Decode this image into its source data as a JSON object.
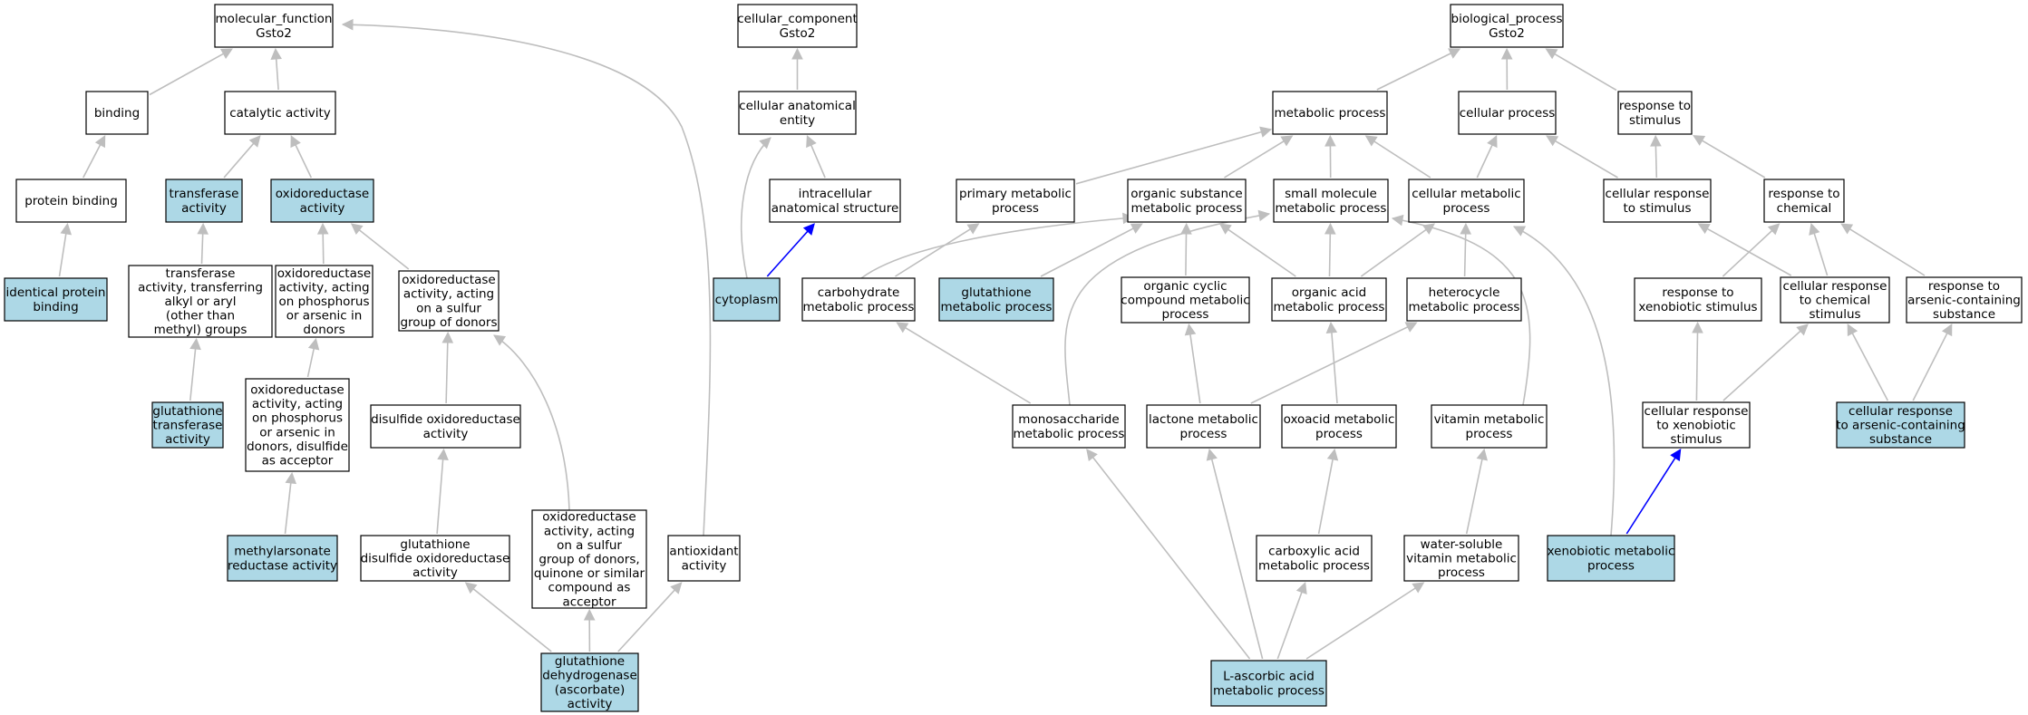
{
  "colors": {
    "highlight": "#add8e6",
    "plain": "#ffffff",
    "edge": "#bebebe",
    "edge_key": "#0000ff"
  },
  "nodes": {
    "molecular_function": [
      "molecular_function",
      "Gsto2"
    ],
    "binding": [
      "binding"
    ],
    "catalytic_activity": [
      "catalytic activity"
    ],
    "protein_binding": [
      "protein binding"
    ],
    "transferase_activity": [
      "transferase",
      "activity"
    ],
    "oxidoreductase_activity": [
      "oxidoreductase",
      "activity"
    ],
    "identical_protein_binding": [
      "identical protein",
      "binding"
    ],
    "transferase_alkyl_aryl": [
      "transferase",
      "activity, transferring",
      "alkyl or aryl",
      "(other than",
      "methyl) groups"
    ],
    "oxidoreductase_phosphorus": [
      "oxidoreductase",
      "activity, acting",
      "on phosphorus",
      "or arsenic in",
      "donors"
    ],
    "oxidoreductase_sulfur": [
      "oxidoreductase",
      "activity, acting",
      "on a sulfur",
      "group of donors"
    ],
    "glutathione_transferase": [
      "glutathione",
      "transferase",
      "activity"
    ],
    "oxidoreductase_disulfide_acceptor": [
      "oxidoreductase",
      "activity, acting",
      "on phosphorus",
      "or arsenic in",
      "donors, disulfide",
      "as acceptor"
    ],
    "disulfide_oxidoreductase": [
      "disulfide oxidoreductase",
      "activity"
    ],
    "methylarsonate_reductase": [
      "methylarsonate",
      "reductase activity"
    ],
    "glutathione_disulfide_oxidoreductase": [
      "glutathione",
      "disulfide oxidoreductase",
      "activity"
    ],
    "oxidoreductase_quinone": [
      "oxidoreductase",
      "activity, acting",
      "on a sulfur",
      "group of donors,",
      "quinone or similar",
      "compound as",
      "acceptor"
    ],
    "antioxidant_activity": [
      "antioxidant",
      "activity"
    ],
    "glutathione_dehydrogenase": [
      "glutathione",
      "dehydrogenase",
      "(ascorbate)",
      "activity"
    ],
    "cellular_component": [
      "cellular_component",
      "Gsto2"
    ],
    "cellular_anatomical_entity": [
      "cellular anatomical",
      "entity"
    ],
    "intracellular_structure": [
      "intracellular",
      "anatomical structure"
    ],
    "cytoplasm": [
      "cytoplasm"
    ],
    "biological_process": [
      "biological_process",
      "Gsto2"
    ],
    "metabolic_process": [
      "metabolic process"
    ],
    "cellular_process": [
      "cellular process"
    ],
    "response_to_stimulus": [
      "response to",
      "stimulus"
    ],
    "primary_metabolic": [
      "primary metabolic",
      "process"
    ],
    "organic_substance_metabolic": [
      "organic substance",
      "metabolic process"
    ],
    "small_molecule_metabolic": [
      "small molecule",
      "metabolic process"
    ],
    "cellular_metabolic": [
      "cellular metabolic",
      "process"
    ],
    "cellular_response_stimulus": [
      "cellular response",
      "to stimulus"
    ],
    "response_to_chemical": [
      "response to",
      "chemical"
    ],
    "carbohydrate_metabolic": [
      "carbohydrate",
      "metabolic process"
    ],
    "glutathione_metabolic": [
      "glutathione",
      "metabolic process"
    ],
    "organic_cyclic_metabolic": [
      "organic cyclic",
      "compound metabolic",
      "process"
    ],
    "organic_acid_metabolic": [
      "organic acid",
      "metabolic process"
    ],
    "heterocycle_metabolic": [
      "heterocycle",
      "metabolic process"
    ],
    "response_xenobiotic": [
      "response to",
      "xenobiotic stimulus"
    ],
    "cellular_response_chemical": [
      "cellular response",
      "to chemical",
      "stimulus"
    ],
    "response_arsenic": [
      "response to",
      "arsenic-containing",
      "substance"
    ],
    "monosaccharide_metabolic": [
      "monosaccharide",
      "metabolic process"
    ],
    "lactone_metabolic": [
      "lactone metabolic",
      "process"
    ],
    "oxoacid_metabolic": [
      "oxoacid metabolic",
      "process"
    ],
    "vitamin_metabolic": [
      "vitamin metabolic",
      "process"
    ],
    "cellular_response_xenobiotic": [
      "cellular response",
      "to xenobiotic",
      "stimulus"
    ],
    "cellular_response_arsenic": [
      "cellular response",
      "to arsenic-containing",
      "substance"
    ],
    "carboxylic_acid_metabolic": [
      "carboxylic acid",
      "metabolic process"
    ],
    "water_soluble_vitamin": [
      "water-soluble",
      "vitamin metabolic",
      "process"
    ],
    "xenobiotic_metabolic": [
      "xenobiotic metabolic",
      "process"
    ],
    "ascorbic_acid_metabolic": [
      "L-ascorbic acid",
      "metabolic process"
    ]
  },
  "highlighted": [
    "transferase_activity",
    "oxidoreductase_activity",
    "identical_protein_binding",
    "glutathione_transferase",
    "methylarsonate_reductase",
    "glutathione_dehydrogenase",
    "cytoplasm",
    "glutathione_metabolic",
    "cellular_response_arsenic",
    "xenobiotic_metabolic",
    "ascorbic_acid_metabolic"
  ],
  "edges": [
    [
      "binding",
      "molecular_function"
    ],
    [
      "catalytic_activity",
      "molecular_function"
    ],
    [
      "protein_binding",
      "binding"
    ],
    [
      "transferase_activity",
      "catalytic_activity"
    ],
    [
      "oxidoreductase_activity",
      "catalytic_activity"
    ],
    [
      "identical_protein_binding",
      "protein_binding"
    ],
    [
      "transferase_alkyl_aryl",
      "transferase_activity"
    ],
    [
      "oxidoreductase_phosphorus",
      "oxidoreductase_activity"
    ],
    [
      "oxidoreductase_sulfur",
      "oxidoreductase_activity"
    ],
    [
      "glutathione_transferase",
      "transferase_alkyl_aryl"
    ],
    [
      "oxidoreductase_disulfide_acceptor",
      "oxidoreductase_phosphorus"
    ],
    [
      "disulfide_oxidoreductase",
      "oxidoreductase_sulfur"
    ],
    [
      "oxidoreductase_quinone",
      "oxidoreductase_sulfur"
    ],
    [
      "methylarsonate_reductase",
      "oxidoreductase_disulfide_acceptor"
    ],
    [
      "glutathione_disulfide_oxidoreductase",
      "disulfide_oxidoreductase"
    ],
    [
      "antioxidant_activity",
      "molecular_function"
    ],
    [
      "glutathione_dehydrogenase",
      "glutathione_disulfide_oxidoreductase"
    ],
    [
      "glutathione_dehydrogenase",
      "oxidoreductase_quinone"
    ],
    [
      "glutathione_dehydrogenase",
      "antioxidant_activity"
    ],
    [
      "cellular_anatomical_entity",
      "cellular_component"
    ],
    [
      "intracellular_structure",
      "cellular_anatomical_entity"
    ],
    [
      "cytoplasm",
      "cellular_anatomical_entity"
    ],
    [
      "cytoplasm",
      "intracellular_structure",
      "key"
    ],
    [
      "metabolic_process",
      "biological_process"
    ],
    [
      "cellular_process",
      "biological_process"
    ],
    [
      "response_to_stimulus",
      "biological_process"
    ],
    [
      "primary_metabolic",
      "metabolic_process"
    ],
    [
      "organic_substance_metabolic",
      "metabolic_process"
    ],
    [
      "small_molecule_metabolic",
      "metabolic_process"
    ],
    [
      "cellular_metabolic",
      "metabolic_process"
    ],
    [
      "cellular_metabolic",
      "cellular_process"
    ],
    [
      "cellular_response_stimulus",
      "cellular_process"
    ],
    [
      "cellular_response_stimulus",
      "response_to_stimulus"
    ],
    [
      "response_to_chemical",
      "response_to_stimulus"
    ],
    [
      "carbohydrate_metabolic",
      "primary_metabolic"
    ],
    [
      "carbohydrate_metabolic",
      "organic_substance_metabolic"
    ],
    [
      "glutathione_metabolic",
      "organic_substance_metabolic"
    ],
    [
      "organic_cyclic_metabolic",
      "organic_substance_metabolic"
    ],
    [
      "organic_acid_metabolic",
      "organic_substance_metabolic"
    ],
    [
      "organic_acid_metabolic",
      "small_molecule_metabolic"
    ],
    [
      "organic_acid_metabolic",
      "cellular_metabolic"
    ],
    [
      "heterocycle_metabolic",
      "cellular_metabolic"
    ],
    [
      "response_xenobiotic",
      "response_to_chemical"
    ],
    [
      "cellular_response_chemical",
      "cellular_response_stimulus"
    ],
    [
      "cellular_response_chemical",
      "response_to_chemical"
    ],
    [
      "response_arsenic",
      "response_to_chemical"
    ],
    [
      "monosaccharide_metabolic",
      "carbohydrate_metabolic"
    ],
    [
      "monosaccharide_metabolic",
      "small_molecule_metabolic"
    ],
    [
      "lactone_metabolic",
      "organic_cyclic_metabolic"
    ],
    [
      "lactone_metabolic",
      "heterocycle_metabolic"
    ],
    [
      "oxoacid_metabolic",
      "organic_acid_metabolic"
    ],
    [
      "vitamin_metabolic",
      "small_molecule_metabolic"
    ],
    [
      "cellular_response_xenobiotic",
      "response_xenobiotic"
    ],
    [
      "cellular_response_xenobiotic",
      "cellular_response_chemical"
    ],
    [
      "cellular_response_arsenic",
      "cellular_response_chemical"
    ],
    [
      "cellular_response_arsenic",
      "response_arsenic"
    ],
    [
      "carboxylic_acid_metabolic",
      "oxoacid_metabolic"
    ],
    [
      "water_soluble_vitamin",
      "vitamin_metabolic"
    ],
    [
      "xenobiotic_metabolic",
      "cellular_metabolic"
    ],
    [
      "xenobiotic_metabolic",
      "cellular_response_xenobiotic",
      "key"
    ],
    [
      "ascorbic_acid_metabolic",
      "monosaccharide_metabolic"
    ],
    [
      "ascorbic_acid_metabolic",
      "lactone_metabolic"
    ],
    [
      "ascorbic_acid_metabolic",
      "carboxylic_acid_metabolic"
    ],
    [
      "ascorbic_acid_metabolic",
      "water_soluble_vitamin"
    ]
  ]
}
